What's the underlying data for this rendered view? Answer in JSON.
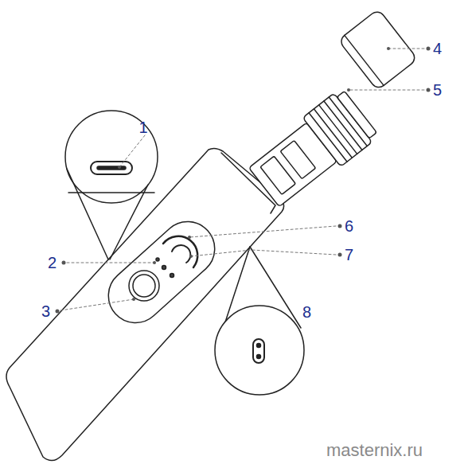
{
  "diagram": {
    "labels": [
      "4",
      "5",
      "1",
      "6",
      "2",
      "7",
      "3",
      "8",
      "masternix.ru"
    ]
  }
}
